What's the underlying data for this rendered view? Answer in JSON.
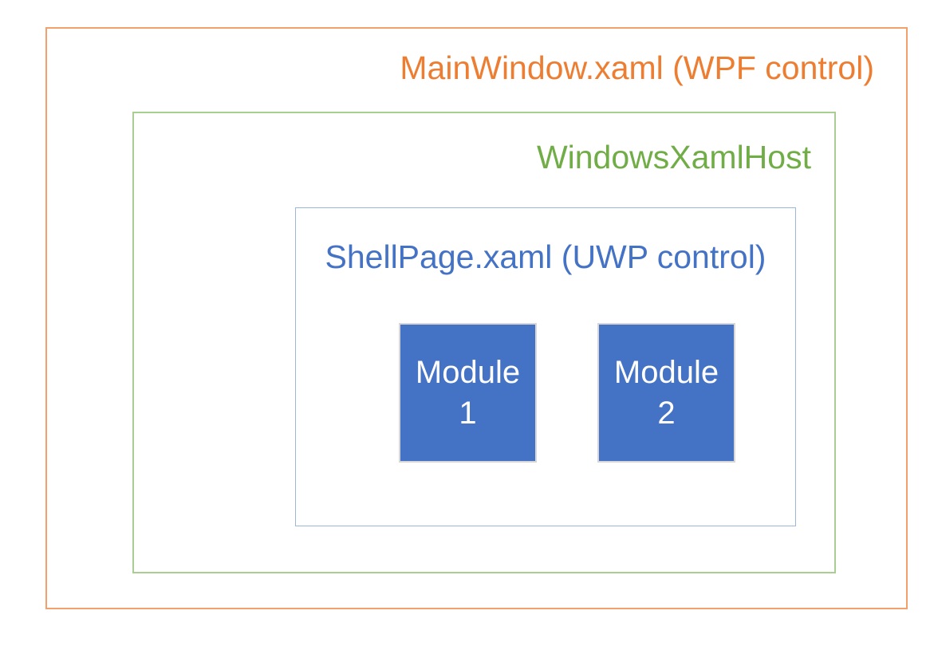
{
  "diagram": {
    "type": "nested-architecture-diagram",
    "outer_box": {
      "label": "MainWindow.xaml (WPF control)",
      "text_color": "#ED7D31",
      "border_color": "#F2A16C"
    },
    "host_box": {
      "label": "WindowsXamlHost",
      "text_color": "#70AD47",
      "border_color": "#A9CE91"
    },
    "shell_box": {
      "label": "ShellPage.xaml (UWP control)",
      "text_color": "#4472C4",
      "border_color": "#9DB6DA"
    },
    "modules": [
      {
        "line1": "Module",
        "line2": "1",
        "fill": "#4472C4",
        "border": "#D8D6D6",
        "text_color": "#FFFFFF"
      },
      {
        "line1": "Module",
        "line2": "2",
        "fill": "#4472C4",
        "border": "#D8D6D6",
        "text_color": "#FFFFFF"
      }
    ]
  }
}
